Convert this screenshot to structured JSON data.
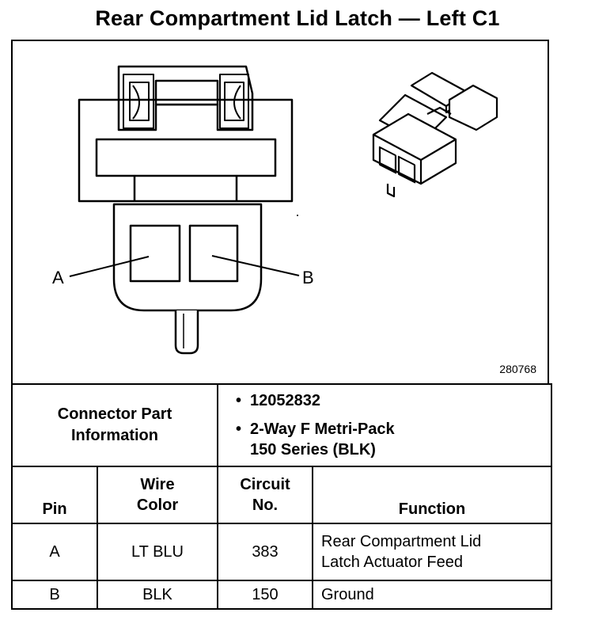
{
  "title": "Rear Compartment Lid Latch — Left C1",
  "figure": {
    "number": "280768",
    "pin_labels": [
      "A",
      "B"
    ]
  },
  "connector_info": {
    "label_line1": "Connector Part",
    "label_line2": "Information",
    "items": [
      "12052832",
      "2-Way F Metri-Pack",
      "150 Series (BLK)"
    ]
  },
  "table": {
    "headers": {
      "pin": "Pin",
      "wire_color_line1": "Wire",
      "wire_color_line2": "Color",
      "circuit_line1": "Circuit",
      "circuit_line2": "No.",
      "function": "Function"
    },
    "rows": [
      {
        "pin": "A",
        "wire_color": "LT BLU",
        "circuit": "383",
        "function_line1": "Rear Compartment Lid",
        "function_line2": "Latch Actuator Feed"
      },
      {
        "pin": "B",
        "wire_color": "BLK",
        "circuit": "150",
        "function_line1": "Ground",
        "function_line2": ""
      }
    ]
  }
}
